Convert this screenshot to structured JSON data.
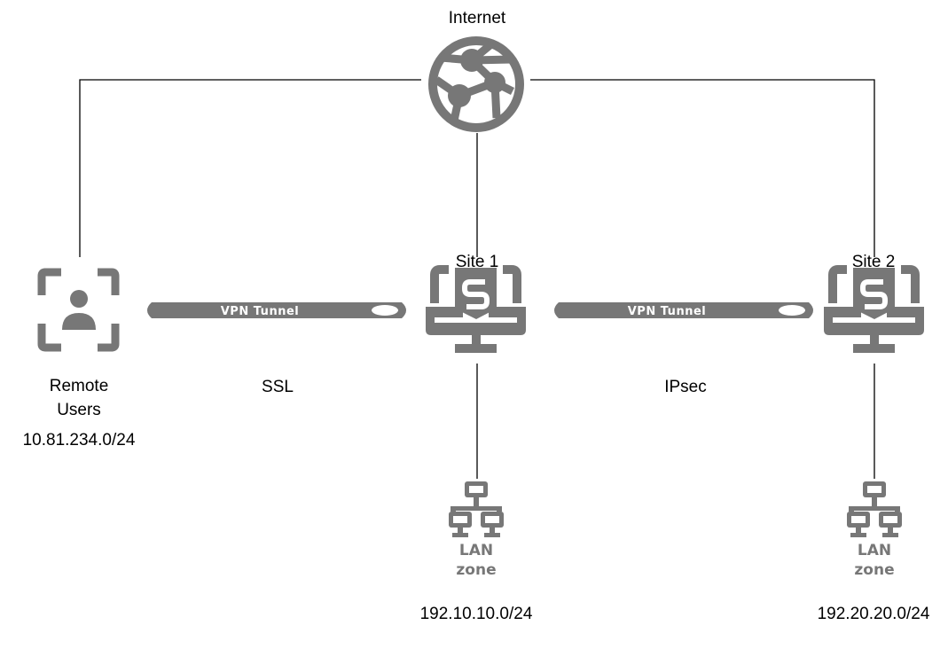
{
  "internet": {
    "label": "Internet"
  },
  "remote_users": {
    "label_line1": "Remote",
    "label_line2": "Users",
    "subnet": "10.81.234.0/24"
  },
  "site1": {
    "label": "Site 1",
    "lan_line1": "LAN",
    "lan_line2": "zone",
    "subnet": "192.10.10.0/24"
  },
  "site2": {
    "label": "Site 2",
    "lan_line1": "LAN",
    "lan_line2": "zone",
    "subnet": "192.20.20.0/24"
  },
  "tunnels": [
    {
      "label": "VPN Tunnel",
      "protocol": "SSL"
    },
    {
      "label": "VPN Tunnel",
      "protocol": "IPsec"
    }
  ],
  "colors": {
    "icon": "#777777",
    "line": "#000000"
  }
}
